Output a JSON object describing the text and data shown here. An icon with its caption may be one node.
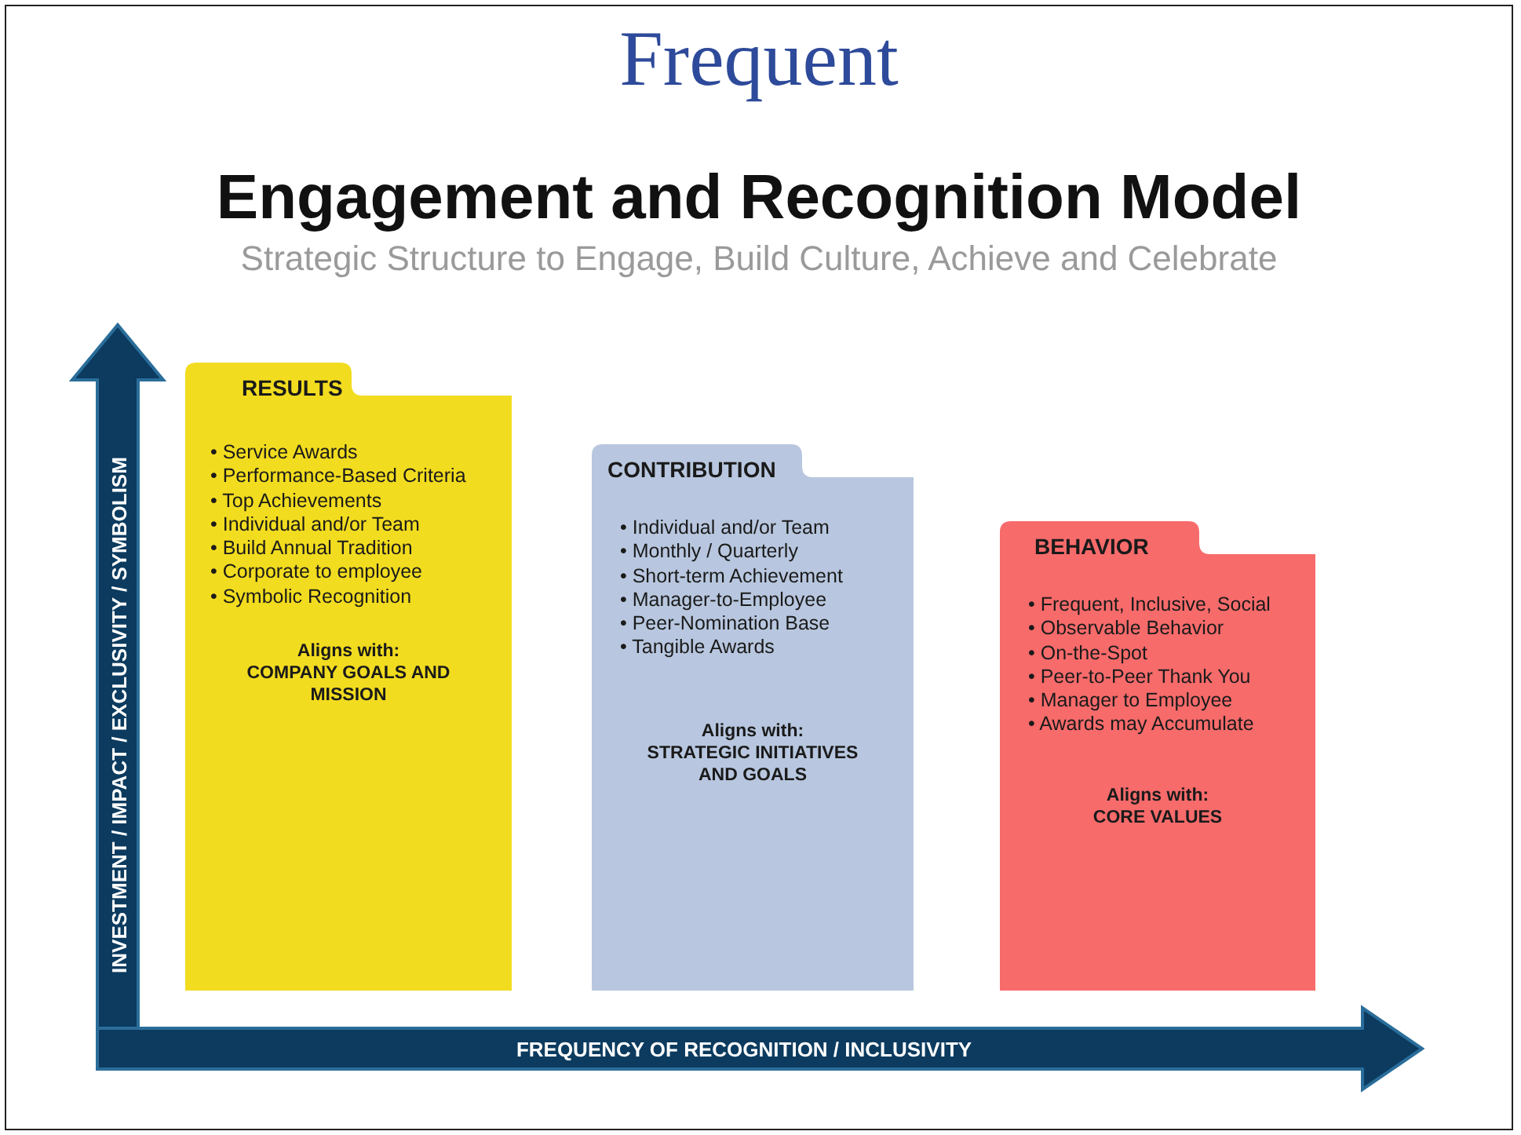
{
  "diagram": {
    "title": "Engagement and Recognition Model",
    "nodes": [
      {
        "text": [
          "RESULTS",
          "• Service Awards",
          "• Performance-Based Criteria",
          "• Top Achievements",
          "• Individual and/or Team",
          "• Build Annual Tradition",
          "• Corporate to employee",
          "• Symbolic Recognition",
          "Aligns with:",
          "COMPANY GOALS AND MISSION"
        ]
      },
      {
        "text": [
          "CONTRIBUTION",
          "• Individual and/or Team",
          "• Monthly / Quarterly",
          "• Short-term Achievement",
          "• Manager-to-Employee",
          "• Peer-Nomination Base",
          "• Tangible Awards",
          "Aligns with:",
          "STRATEGIC INITIATIVES AND GOALS"
        ]
      },
      {
        "text": [
          "BEHAVIOR",
          "• Frequent, Inclusive, Social",
          "• Observable Behavior",
          "• On-the-Spot",
          "• Peer-to-Peer Thank You",
          "• Manager to Employee",
          "• Awards may Accumulate",
          "Aligns with:",
          "CORE VALUES"
        ]
      }
    ],
    "labels": [
      "Frequent",
      "Strategic Structure to Engage, Build Culture, Achieve and Celebrate",
      "INVESTMENT / IMPACT / EXCLUSIVITY / SYMBOLISM",
      "FREQUENCY OF RECOGNITION / INCLUSIVITY"
    ]
  }
}
